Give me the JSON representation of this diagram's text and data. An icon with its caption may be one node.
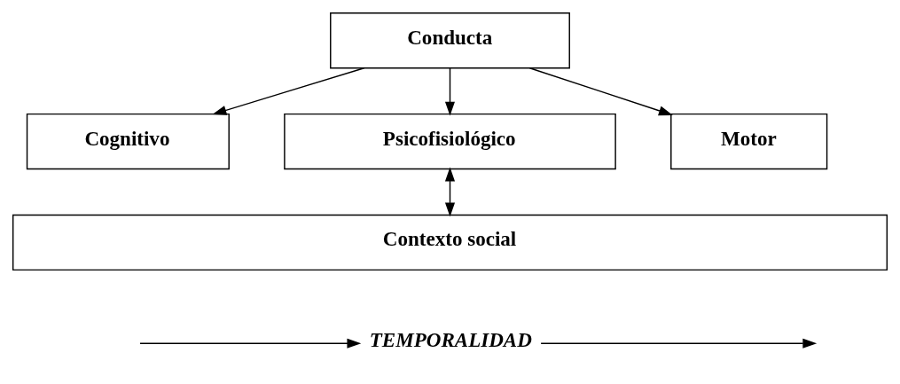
{
  "diagram": {
    "nodes": [
      {
        "text": [
          "Conducta"
        ]
      },
      {
        "text": [
          "Cognitivo"
        ]
      },
      {
        "text": [
          "Psicofisiológico"
        ]
      },
      {
        "text": [
          "Motor"
        ]
      },
      {
        "text": [
          "Contexto social"
        ]
      }
    ],
    "edges": [
      {
        "from": 0,
        "to": 1,
        "arrow": "to"
      },
      {
        "from": 0,
        "to": 2,
        "arrow": "to"
      },
      {
        "from": 0,
        "to": 3,
        "arrow": "to"
      },
      {
        "from": 2,
        "to": 4,
        "arrow": "both"
      }
    ],
    "labels": [
      "TEMPORALIDAD"
    ]
  }
}
